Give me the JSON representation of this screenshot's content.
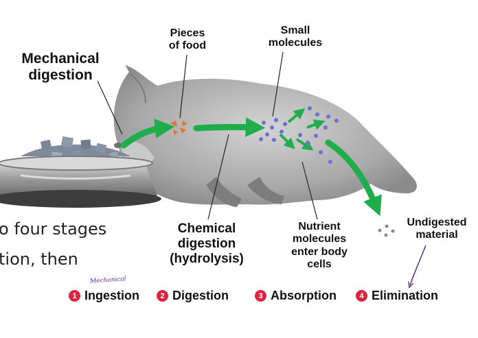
{
  "labels": {
    "mechanical": [
      "Mechanical",
      "digestion"
    ],
    "pieces": [
      "Pieces",
      "of food"
    ],
    "small": [
      "Small",
      "molecules"
    ],
    "chemical": [
      "Chemical",
      "digestion",
      "(hydrolysis)"
    ],
    "nutrient": [
      "Nutrient",
      "molecules",
      "enter body",
      "cells"
    ],
    "undigested": [
      "Undigested",
      "material"
    ]
  },
  "slide_text": [
    "o four stages",
    "tion, then"
  ],
  "stages": [
    {
      "num": "1",
      "label": "Ingestion"
    },
    {
      "num": "2",
      "label": "Digestion"
    },
    {
      "num": "3",
      "label": "Absorption"
    },
    {
      "num": "4",
      "label": "Elimination"
    }
  ],
  "handwriting": "Mechanical",
  "colors": {
    "arrow": "#1fae4b",
    "badge": "#d7263d",
    "molecule": "#6b6fd6",
    "food": "#e0762b",
    "pen": "#5b2a86"
  },
  "icons": [
    "food-bowl-icon",
    "kitten-icon"
  ]
}
